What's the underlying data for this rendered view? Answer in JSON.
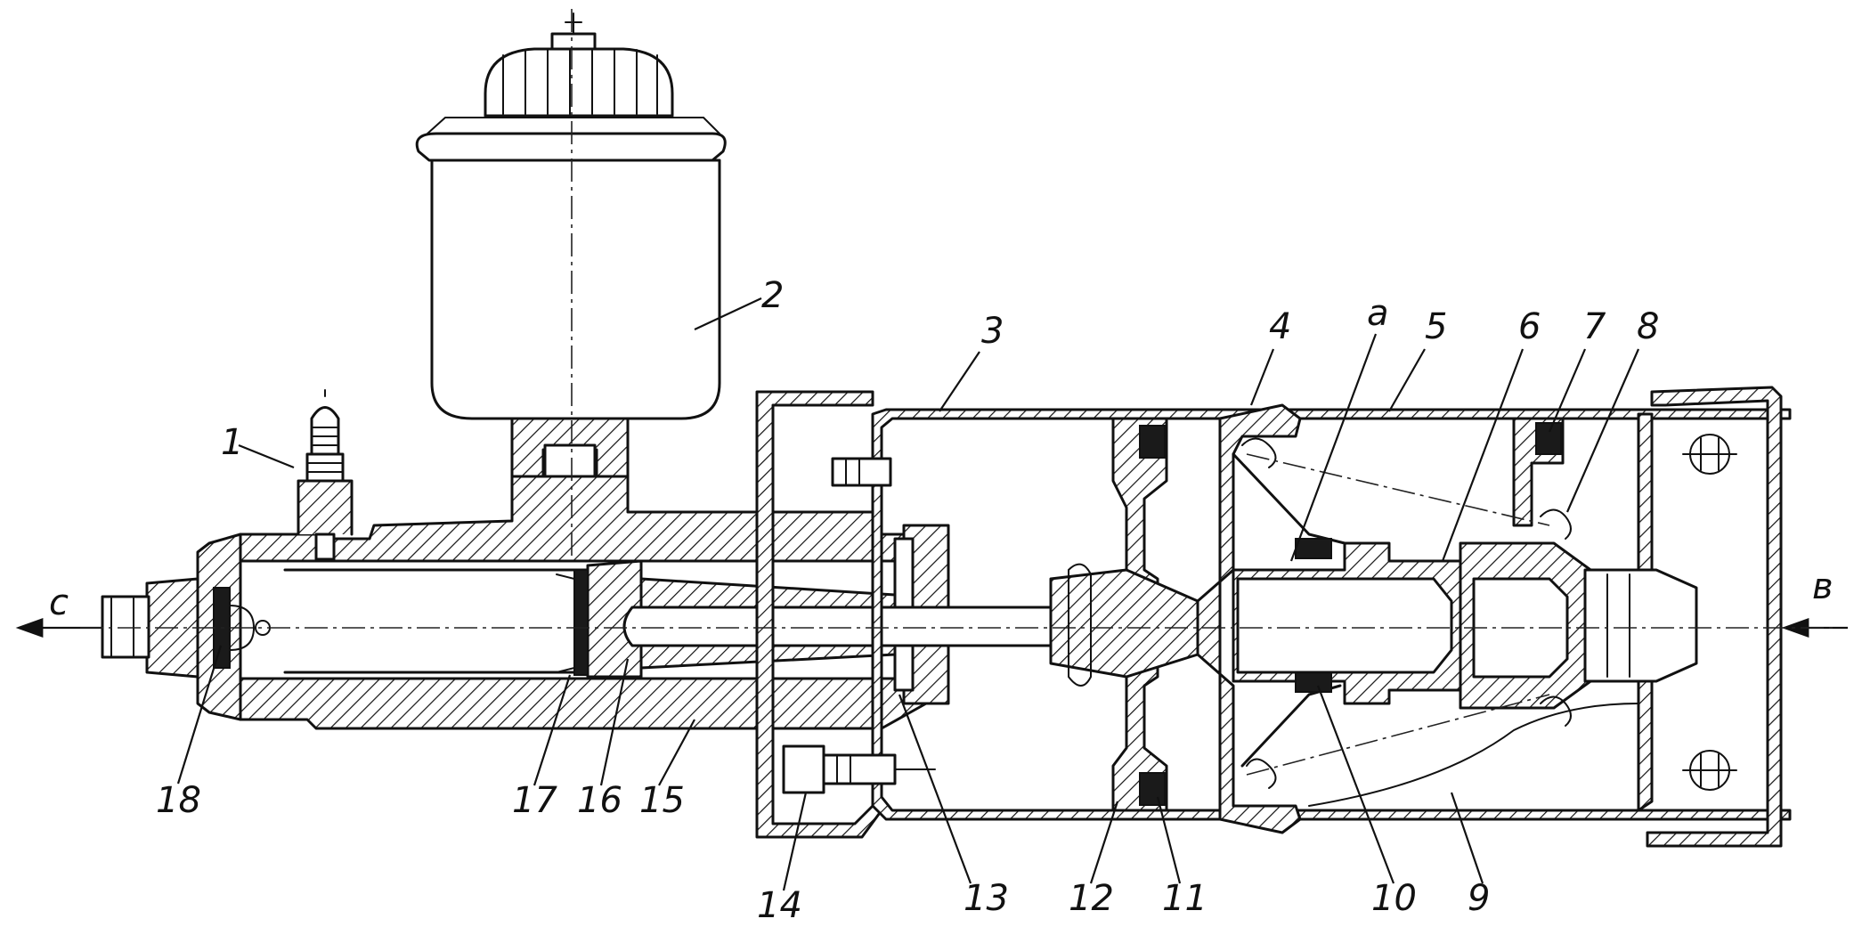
{
  "labels": {
    "l1": "1",
    "l2": "2",
    "l3": "3",
    "l4": "4",
    "la": "a",
    "l5": "5",
    "l6": "6",
    "l7": "7",
    "l8": "8",
    "l9": "9",
    "l10": "10",
    "l11": "11",
    "l12": "12",
    "l13": "13",
    "l14": "14",
    "l15": "15",
    "l16": "16",
    "l17": "17",
    "l18": "18",
    "lc": "c",
    "lb": "в"
  }
}
